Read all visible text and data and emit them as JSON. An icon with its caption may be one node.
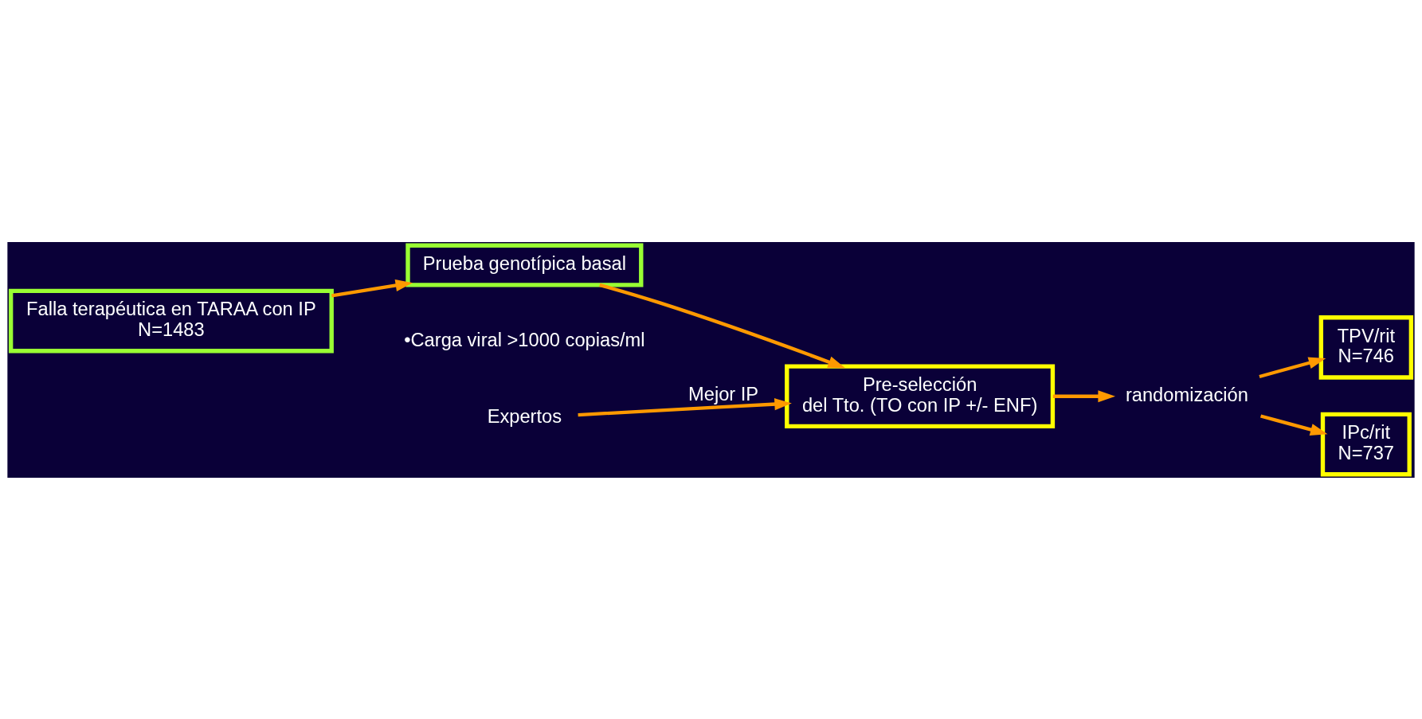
{
  "diagram": {
    "nodes": [
      {
        "text": [
          "Falla terapéutica en TARAA con IP",
          "N=1483"
        ]
      },
      {
        "text": [
          "Expertos"
        ]
      },
      {
        "text": [
          "Prueba genotípica basal"
        ]
      },
      {
        "text": [
          "Pre-selección",
          "del Tto. (TO con IP +/- ENF)"
        ]
      },
      {
        "text": [
          "randomización"
        ]
      },
      {
        "text": [
          "TPV/rit",
          "N=746"
        ]
      },
      {
        "text": [
          "IPc/rit",
          "N=737"
        ]
      }
    ],
    "edges": [
      {
        "from": 0,
        "to": 2,
        "arrow": "to"
      },
      {
        "from": 1,
        "to": 3,
        "arrow": "to",
        "label": "Mejor IP"
      },
      {
        "from": 2,
        "to": 3,
        "arrow": "to"
      },
      {
        "from": 3,
        "to": 4,
        "arrow": "to"
      },
      {
        "from": 4,
        "to": 5,
        "arrow": "to"
      },
      {
        "from": 4,
        "to": 6,
        "arrow": "to"
      }
    ],
    "labels": [
      "•Carga viral >1000 copias/ml"
    ]
  }
}
